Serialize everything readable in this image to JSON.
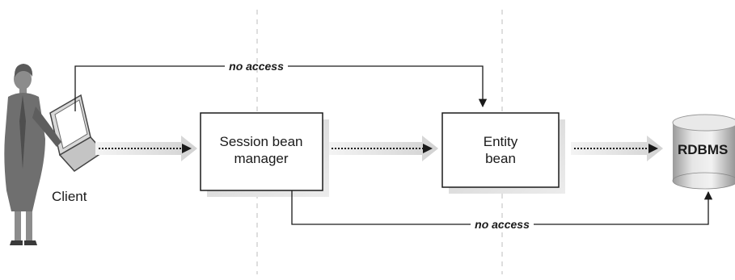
{
  "client": {
    "label": "Client"
  },
  "session_bean": {
    "line1": "Session bean",
    "line2": "manager"
  },
  "entity_bean": {
    "line1": "Entity",
    "line2": "bean"
  },
  "database": {
    "label": "RDBMS"
  },
  "connectors": {
    "top_label": "no access",
    "bottom_label": "no access"
  }
}
